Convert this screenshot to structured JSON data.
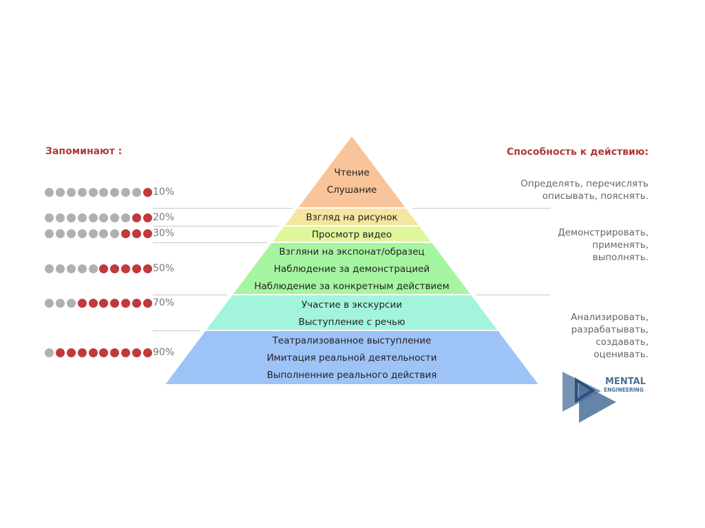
{
  "left_header": "Запоминают :",
  "right_header": "Способность к действию:",
  "retention": [
    {
      "label": "10%",
      "filled": 1
    },
    {
      "label": "20%",
      "filled": 2
    },
    {
      "label": "30%",
      "filled": 3
    },
    {
      "label": "50%",
      "filled": 5
    },
    {
      "label": "70%",
      "filled": 7
    },
    {
      "label": "90%",
      "filled": 9
    }
  ],
  "pyramid": [
    {
      "color": "#f9c49a",
      "items": [
        "Чтение",
        "Слушание"
      ]
    },
    {
      "color": "#f7e4a0",
      "items": [
        "Взгляд на рисунок"
      ]
    },
    {
      "color": "#dff79a",
      "items": [
        "Просмотр видео"
      ]
    },
    {
      "color": "#a6f5a0",
      "items": [
        "Взгляни на экспонат/образец",
        "Наблюдение за демонстрацией",
        "Наблюдение за конкретным действием"
      ]
    },
    {
      "color": "#a2f5dc",
      "items": [
        "Участие в экскурсии",
        "Выступление с речью"
      ]
    },
    {
      "color": "#9dc3f7",
      "items": [
        "Театрализованное выступление",
        "Имитация реальной деятельности",
        "Выполненние реального действия"
      ]
    }
  ],
  "abilities": [
    [
      "Определять, перечислять",
      "описывать, пояснять."
    ],
    [
      "Демонстрировать,",
      "применять,",
      "выполнять."
    ],
    [
      "Анализировать,",
      "разрабатывать,",
      "создавать,",
      "оценивать."
    ]
  ],
  "logo": {
    "line1": "MENTAL",
    "line2": "ENGINEERING",
    "color": "#4a6f9a"
  }
}
